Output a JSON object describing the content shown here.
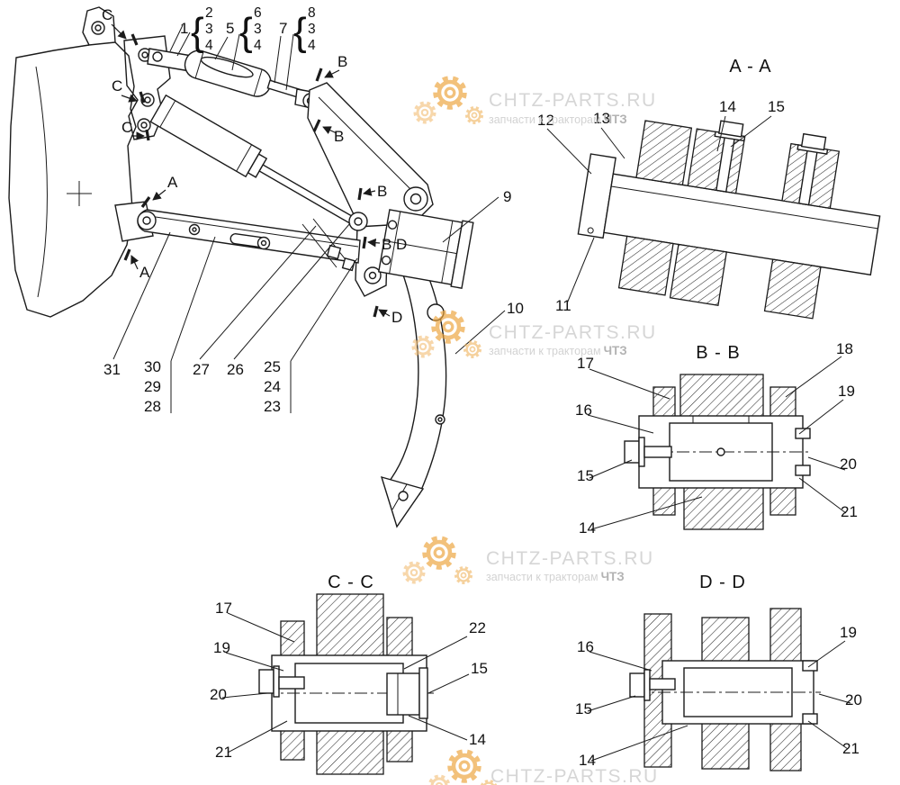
{
  "watermark": {
    "brand": "CHTZ-PARTS.RU",
    "tagline": "запчасти к тракторам",
    "suffix": "ЧТЗ",
    "accent_color": "#eda43e",
    "text_color": "#cfcfcf"
  },
  "main": {
    "markers": {
      "A": "A",
      "B": "B",
      "C": "C",
      "D": "D"
    },
    "brace": "{",
    "callouts": {
      "n1": "1",
      "n5": "5",
      "n7": "7",
      "n9": "9",
      "n10": "10",
      "n26": "26",
      "n27": "27",
      "n31": "31"
    },
    "stack_234": [
      "2",
      "3",
      "4"
    ],
    "stack_634": [
      "6",
      "3",
      "4"
    ],
    "stack_834": [
      "8",
      "3",
      "4"
    ],
    "stack_302928": [
      "30",
      "29",
      "28"
    ],
    "stack_252423": [
      "25",
      "24",
      "23"
    ]
  },
  "sections": {
    "aa": {
      "title": "A - A",
      "labels": {
        "n11": "11",
        "n12": "12",
        "n13": "13",
        "n14": "14",
        "n15": "15"
      }
    },
    "bb": {
      "title": "B - B",
      "labels": {
        "n14": "14",
        "n15": "15",
        "n16": "16",
        "n17": "17",
        "n18": "18",
        "n19": "19",
        "n20": "20",
        "n21": "21"
      }
    },
    "cc": {
      "title": "C - C",
      "labels": {
        "n14": "14",
        "n15": "15",
        "n17": "17",
        "n19": "19",
        "n20": "20",
        "n21": "21",
        "n22": "22"
      }
    },
    "dd": {
      "title": "D - D",
      "labels": {
        "n14": "14",
        "n15": "15",
        "n16": "16",
        "n19": "19",
        "n20": "20",
        "n21": "21"
      }
    }
  }
}
